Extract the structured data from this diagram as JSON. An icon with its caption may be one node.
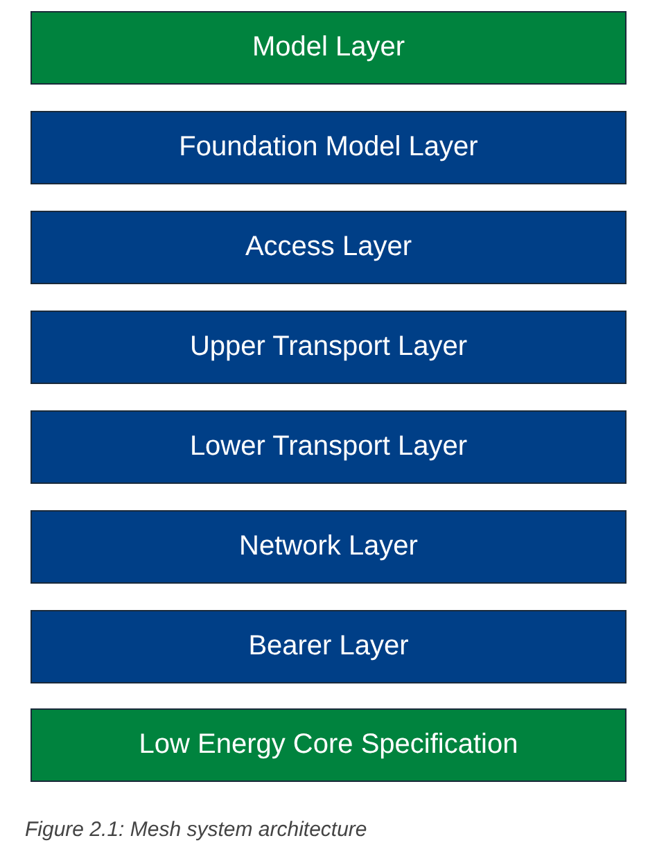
{
  "diagram": {
    "caption": "Figure 2.1: Mesh system architecture",
    "nodes": [
      {
        "text": [
          "Model Layer"
        ]
      },
      {
        "text": [
          "Foundation Model Layer"
        ]
      },
      {
        "text": [
          "Access Layer"
        ]
      },
      {
        "text": [
          "Upper Transport Layer"
        ]
      },
      {
        "text": [
          "Lower Transport Layer"
        ]
      },
      {
        "text": [
          "Network Layer"
        ]
      },
      {
        "text": [
          "Bearer Layer"
        ]
      },
      {
        "text": [
          "Low Energy Core Specification"
        ]
      }
    ],
    "edges": []
  }
}
